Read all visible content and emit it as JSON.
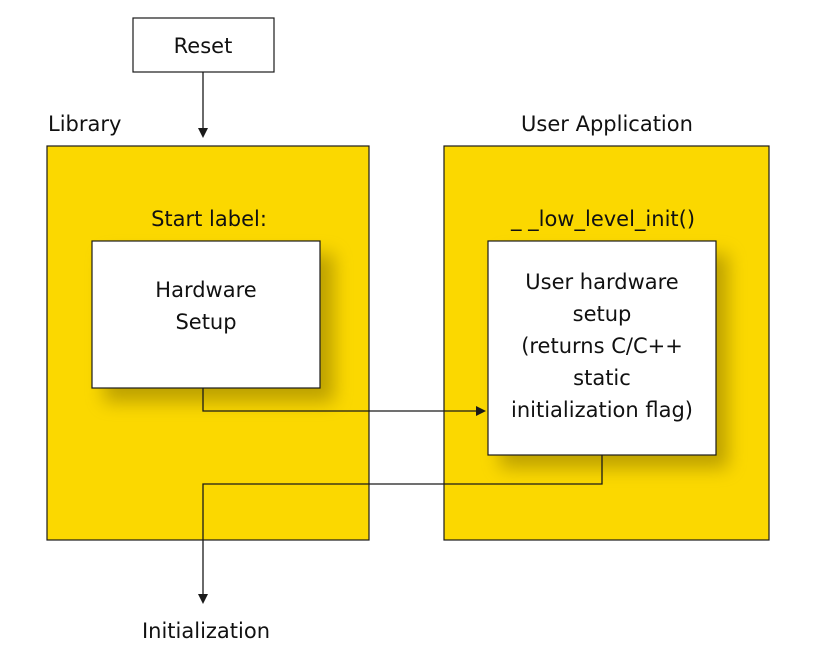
{
  "nodes": {
    "reset": {
      "label": "Reset"
    },
    "library": {
      "label": "Library"
    },
    "user_application": {
      "label": "User Application"
    },
    "start_label": {
      "label": "Start label:"
    },
    "low_level_init": {
      "label": "_ _low_level_init()"
    },
    "hardware_setup": {
      "lines": [
        "Hardware",
        "Setup"
      ]
    },
    "user_hardware_setup": {
      "lines": [
        "User hardware",
        "setup",
        "(returns  C/C++",
        "static",
        "initialization flag)"
      ]
    },
    "initialization": {
      "label": "Initialization"
    }
  },
  "colors": {
    "panel_fill": "#FBD800",
    "box_fill": "#FFFFFF",
    "stroke": "#1A1A1A",
    "shadow": "#8A7400"
  }
}
